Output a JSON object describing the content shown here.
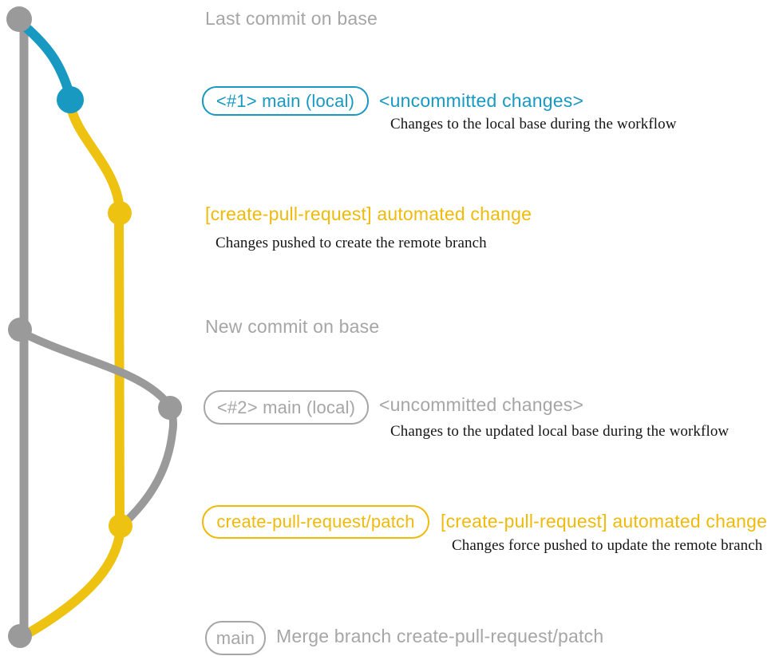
{
  "colors": {
    "blue": "#1899c2",
    "yellow": "#eec211",
    "yellow_text": "#f0ba0a",
    "gray": "#9a9a9a",
    "gray_text": "#a6a6a6",
    "ink": "#151515"
  },
  "graph": {
    "base_branch_note": "Last commit on base",
    "new_commit_note": "New commit on base"
  },
  "row1": {
    "badge": "<#1> main (local)",
    "status": "<uncommitted changes>",
    "desc": "Changes to the local base during the workflow"
  },
  "row2": {
    "title": "[create-pull-request] automated change",
    "desc": "Changes pushed to create the remote branch"
  },
  "row3": {
    "badge": "<#2> main (local)",
    "status": "<uncommitted changes>",
    "desc": "Changes to the updated local base during the workflow"
  },
  "row4": {
    "badge": "create-pull-request/patch",
    "title": "[create-pull-request] automated change",
    "desc": "Changes force pushed to update the remote branch"
  },
  "row5": {
    "badge": "main",
    "title": "Merge branch create-pull-request/patch"
  }
}
